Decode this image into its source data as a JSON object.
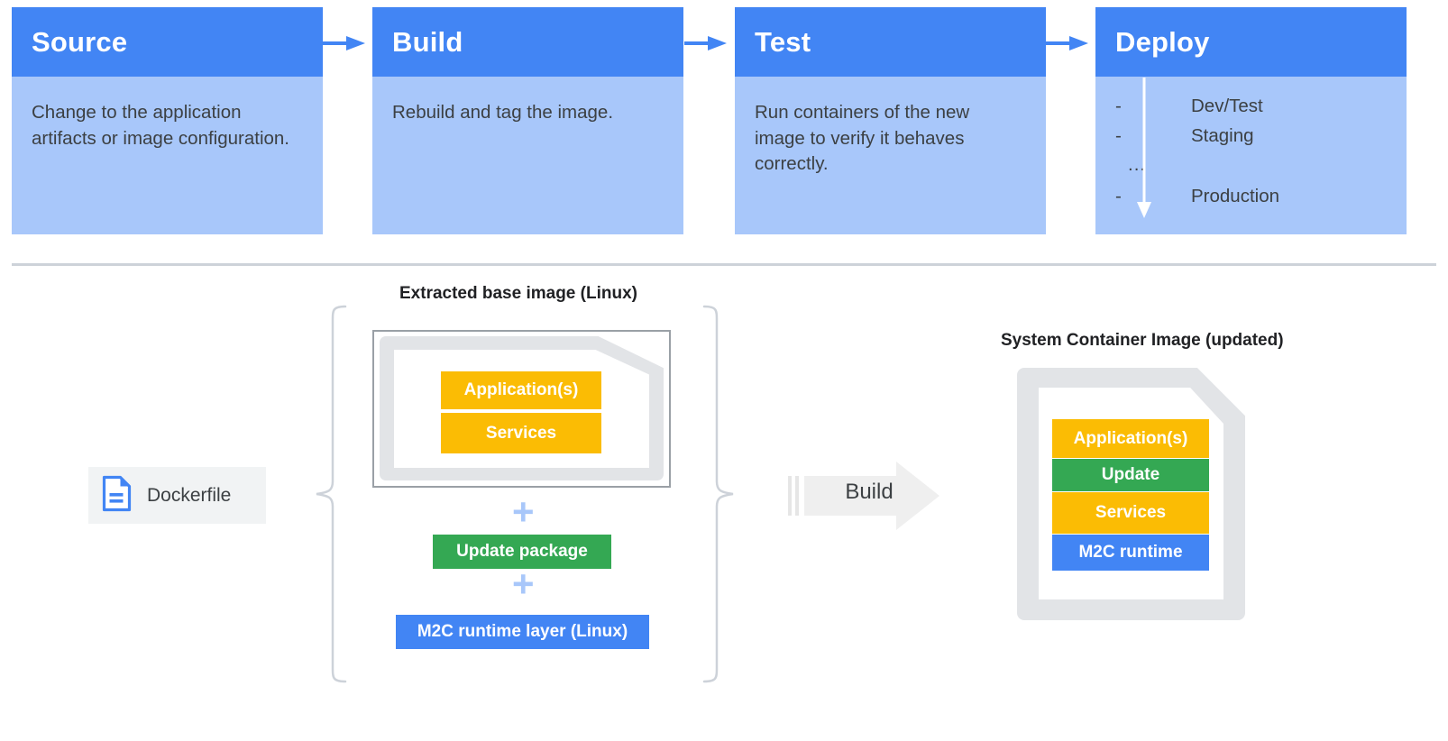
{
  "pipeline": {
    "stages": [
      {
        "title": "Source",
        "body": "Change to the application artifacts or image configuration."
      },
      {
        "title": "Build",
        "body": "Rebuild and tag the image."
      },
      {
        "title": "Test",
        "body": "Run containers of the new image to verify it behaves correctly."
      },
      {
        "title": "Deploy",
        "body": ""
      }
    ],
    "deploy_list": [
      {
        "dash": "-",
        "label": "Dev/Test"
      },
      {
        "dash": "-",
        "label": "Staging"
      },
      {
        "dash": "...",
        "label": ""
      },
      {
        "dash": "-",
        "label": "Production"
      }
    ],
    "arrow_icon": "arrow-right-icon",
    "deploy_arrow_icon": "arrow-down-icon"
  },
  "bottom": {
    "caption_left": "Extracted base image (Linux)",
    "caption_right": "System Container Image (updated)",
    "dockerfile": {
      "label": "Dockerfile",
      "icon": "document-file-icon"
    },
    "base_image_layers": [
      {
        "label": "Application(s)",
        "color": "#FBBC04"
      },
      {
        "label": "Services",
        "color": "#FBBC04"
      }
    ],
    "plus_symbol": "+",
    "update_package": {
      "label": "Update package",
      "color": "#34A853"
    },
    "m2c_runtime_layer": {
      "label": "M2C runtime layer (Linux)",
      "color": "#4285F4"
    },
    "build_arrow": {
      "label": "Build",
      "icon": "arrow-right-block-icon"
    },
    "result_layers": [
      {
        "label": "Application(s)",
        "color": "#FBBC04"
      },
      {
        "label": "Update",
        "color": "#34A853"
      },
      {
        "label": "Services",
        "color": "#FBBC04"
      },
      {
        "label": "M2C runtime",
        "color": "#4285F4"
      }
    ],
    "brace_left_icon": "curly-brace-left-icon",
    "brace_right_icon": "curly-brace-right-icon"
  },
  "colors": {
    "header_blue": "#4285F4",
    "body_blue": "#A8C7FA",
    "amber": "#FBBC04",
    "green": "#34A853",
    "blue": "#4285F4",
    "gray_doc": "#E2E4E7",
    "divider": "#CDD2D9"
  }
}
